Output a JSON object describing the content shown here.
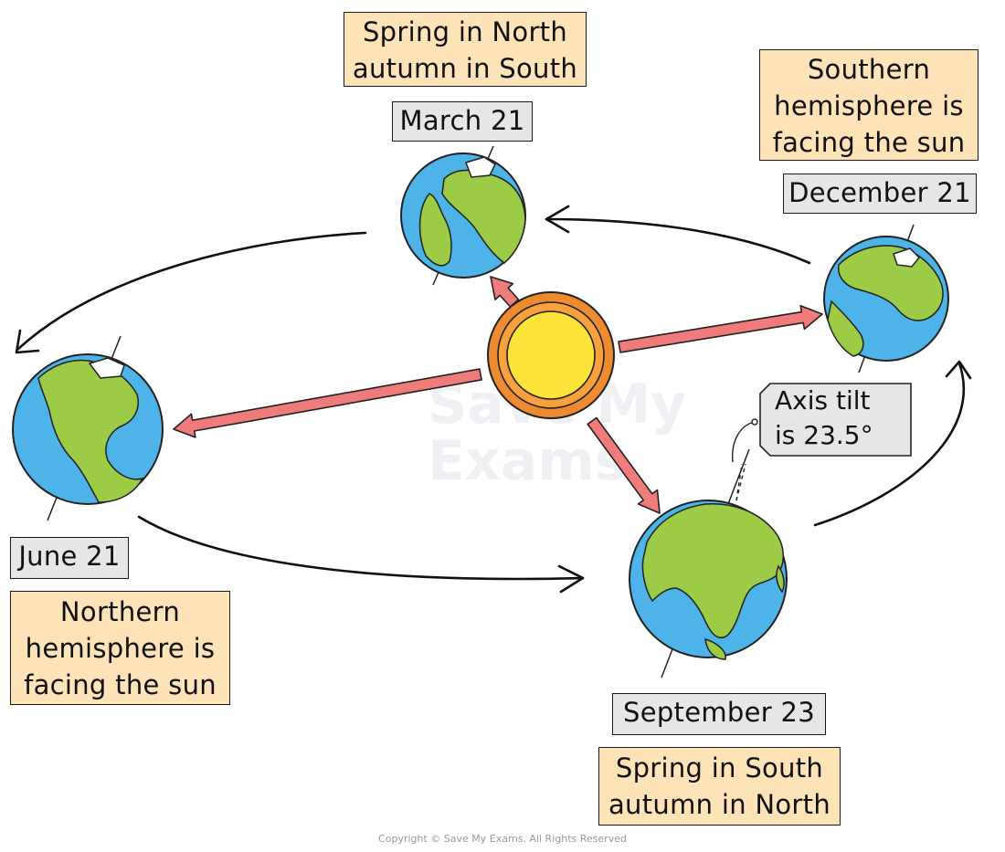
{
  "positions": {
    "march": {
      "date": "March 21",
      "note": [
        "Spring in North",
        "autumn in South"
      ]
    },
    "june": {
      "date": "June 21",
      "note": [
        "Northern",
        "hemisphere is",
        "facing the sun"
      ]
    },
    "september": {
      "date": "September 23",
      "note": [
        "Spring in South",
        "autumn in North"
      ]
    },
    "december": {
      "date": "December 21",
      "note": [
        "Southern",
        "hemisphere is",
        "facing the sun"
      ]
    }
  },
  "axis_tilt": [
    "Axis tilt",
    "is 23.5°"
  ],
  "watermark": [
    "Save My",
    "Exams"
  ],
  "copyright": "Copyright © Save My Exams. All Rights Reserved",
  "colors": {
    "ocean": "#4db3e8",
    "land": "#9ccc45",
    "ice": "#ffffff",
    "sun_core": "#fbe33a",
    "sun_ring": "#ee8a2f",
    "light_ray": "#f07b7b",
    "date_label_bg": "#e6e6e6",
    "note_bg": "#fde3b7"
  }
}
